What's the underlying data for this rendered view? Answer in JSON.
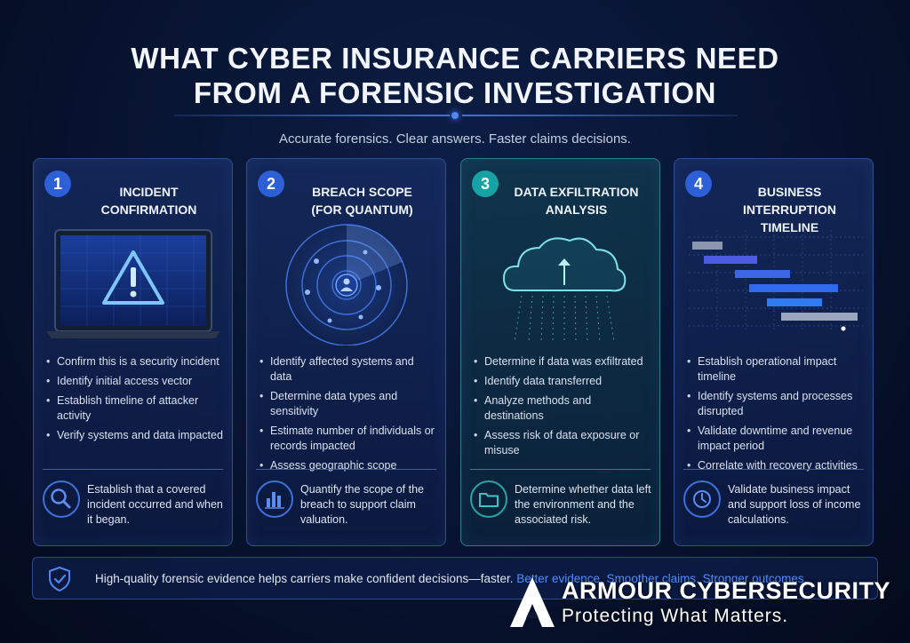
{
  "header": {
    "title_line1": "WHAT CYBER INSURANCE CARRIERS NEED",
    "title_line2": "FROM A FORENSIC INVESTIGATION",
    "subtitle": "Accurate forensics. Clear answers. Faster claims decisions."
  },
  "cards": [
    {
      "number": "1",
      "title_line1": "INCIDENT",
      "title_line2": "CONFIRMATION",
      "illustration_icon": "warning-triangle-icon",
      "bullets": [
        "Confirm this is a security incident",
        "Identify initial access vector",
        "Establish timeline of attacker activity",
        "Verify systems and data impacted"
      ],
      "footer_icon": "search-icon",
      "footer_text": "Establish that a covered incident occurred and when it began."
    },
    {
      "number": "2",
      "title_line1": "BREACH SCOPE",
      "title_line2": "(FOR QUANTUM)",
      "illustration_icon": "radar-user-icon",
      "bullets": [
        "Identify affected systems and data",
        "Determine data types and sensitivity",
        "Estimate number of individuals or records impacted",
        "Assess geographic scope"
      ],
      "footer_icon": "bar-chart-icon",
      "footer_text": "Quantify the scope of the breach to support claim valuation."
    },
    {
      "number": "3",
      "title_line1": "DATA EXFILTRATION",
      "title_line2": "ANALYSIS",
      "illustration_icon": "cloud-upload-icon",
      "bullets": [
        "Determine if data was exfiltrated",
        "Identify data transferred",
        "Analyze methods and destinations",
        "Assess risk of data exposure or misuse"
      ],
      "footer_icon": "folder-icon",
      "footer_text": "Determine whether data left the environment and the associated risk."
    },
    {
      "number": "4",
      "title_line1": "BUSINESS INTERRUPTION",
      "title_line2": "TIMELINE",
      "illustration_icon": "gantt-chart-icon",
      "bullets": [
        "Establish operational impact timeline",
        "Identify systems and processes disrupted",
        "Validate downtime and revenue impact period",
        "Correlate with recovery activities"
      ],
      "footer_icon": "clock-icon",
      "footer_text": "Validate business impact and support loss of income calculations."
    }
  ],
  "banner": {
    "text": "High-quality forensic evidence helps carriers make confident decisions—faster.",
    "highlight": "Better evidence. Smoother claims. Stronger outcomes."
  },
  "logo": {
    "name": "ARMOUR CYBERSECURITY",
    "tagline": "Protecting What Matters."
  },
  "colors": {
    "background": "#071330",
    "accent_blue": "#2d5fd6",
    "accent_teal": "#17a3a5",
    "highlight_blue": "#4f8cff"
  }
}
